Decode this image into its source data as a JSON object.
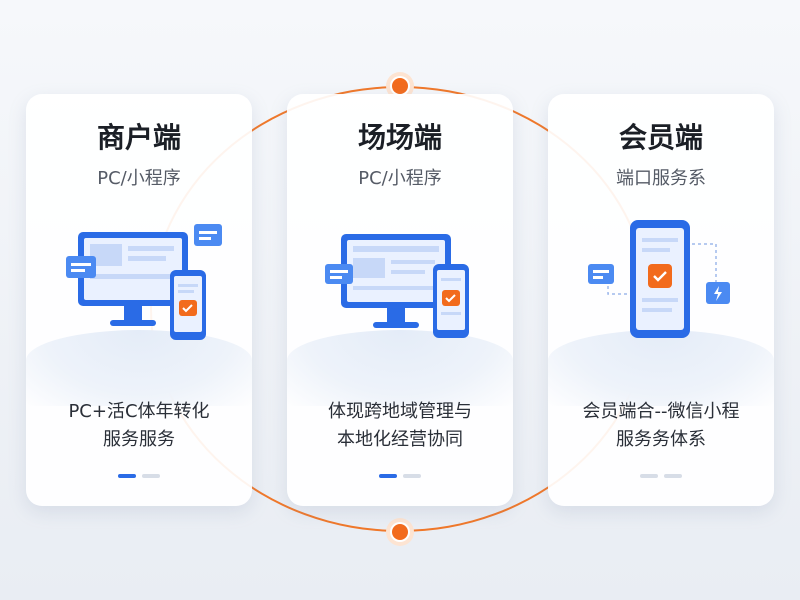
{
  "cards": [
    {
      "title": "商户端",
      "subtitle": "PC/小程序",
      "desc_line1": "PC+活C体年转化",
      "desc_line2": "服务服务",
      "device_icon": "desktop-and-phone-icon"
    },
    {
      "title": "场场端",
      "subtitle": "PC/小程序",
      "desc_line1": "体现跨地域管理与",
      "desc_line2": "本地化经营协同",
      "device_icon": "desktop-and-phone-icon"
    },
    {
      "title": "会员端",
      "subtitle": "端口服务系",
      "desc_line1": "会员端合--微信小程",
      "desc_line2": "服务务体系",
      "device_icon": "phone-with-chat-icon"
    }
  ],
  "colors": {
    "accent": "#f26b1d",
    "primary": "#2a6be6",
    "ring": "#f0782a"
  }
}
